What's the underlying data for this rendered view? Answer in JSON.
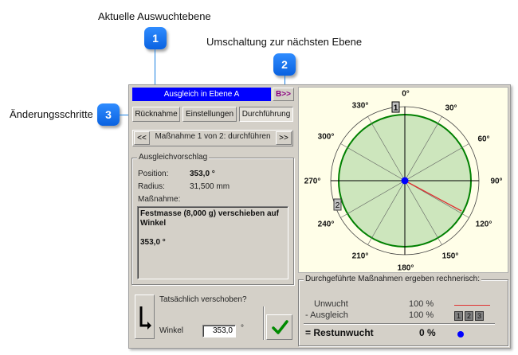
{
  "callouts": [
    {
      "number": "1",
      "text": "Aktuelle Auswuchtebene"
    },
    {
      "number": "2",
      "text": "Umschaltung zur nächsten Ebene"
    },
    {
      "number": "3",
      "text": "Änderungsschritte"
    }
  ],
  "header": {
    "plane_title": "Ausgleich in Ebene A",
    "next_plane_button": "B>>"
  },
  "tabs": [
    {
      "label": "Rücknahme",
      "active": false
    },
    {
      "label": "Einstellungen",
      "active": false
    },
    {
      "label": "Durchführung",
      "active": true
    }
  ],
  "navigator": {
    "prev_label": "<<",
    "next_label": ">>",
    "step_text": "Maßnahme 1 von 2: durchführen"
  },
  "proposal": {
    "group_title": "Ausgleichvorschlag",
    "position_label": "Position:",
    "position_value": "353,0 °",
    "radius_label": "Radius:",
    "radius_value": "31,500 mm",
    "action_label": "Maßnahme:",
    "action_text_line1": "Festmasse (8,000 g) verschieben auf",
    "action_text_line2": "Winkel",
    "action_text_line3": "353,0 °"
  },
  "confirm": {
    "question": "Tatsächlich verschoben?",
    "angle_label": "Winkel",
    "angle_value": "353,0",
    "angle_unit": "°",
    "arrow_icon": "arrow-down-right-icon",
    "ok_icon": "checkmark-icon"
  },
  "polar_chart": {
    "angle_labels": [
      "0°",
      "30°",
      "60°",
      "90°",
      "120°",
      "150°",
      "180°",
      "210°",
      "240°",
      "270°",
      "300°",
      "330°"
    ],
    "markers": [
      {
        "label": "1",
        "angle": 353
      },
      {
        "label": "2",
        "angle": 255
      }
    ],
    "unbalance_vector_angle": 118,
    "colors": {
      "fill": "#cde6bd",
      "circle": "#008000",
      "vector": "#e03030",
      "center": "#0000ff",
      "background": "#fffee8"
    }
  },
  "result": {
    "group_title": "Durchgeführte Maßnahmen ergeben rechnerisch:",
    "unbalance_label": "Unwucht",
    "unbalance_value": "100 %",
    "compensation_label": "-  Ausgleich",
    "compensation_value": "100 %",
    "compensation_boxes": [
      "1",
      "2",
      "3"
    ],
    "residual_label": "= Restunwucht",
    "residual_value": "0 %"
  }
}
